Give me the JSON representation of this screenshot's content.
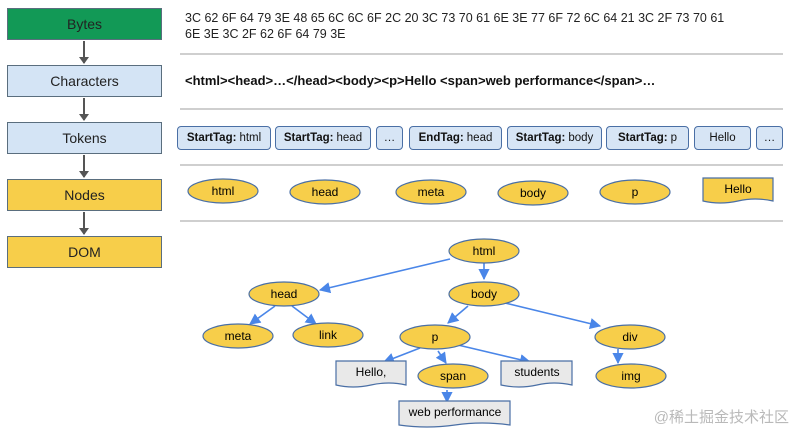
{
  "stages": {
    "bytes": "Bytes",
    "characters": "Characters",
    "tokens": "Tokens",
    "nodes": "Nodes",
    "dom": "DOM"
  },
  "colors": {
    "bytes": "#129956",
    "light_blue": "#d4e4f5",
    "yellow": "#f7ce4a",
    "token_fill": "#d7e5f5",
    "edge": "#4a86e8"
  },
  "bytes_line1": "3C 62 6F 64 79 3E 48 65 6C 6C 6F 2C 20 3C 73 70 61 6E 3E 77 6F 72 6C 64 21 3C 2F 73 70 61",
  "bytes_line2": "6E 3E 3C 2F 62 6F 64 79 3E",
  "characters_text": "<html><head>…</head><body><p>Hello <span>web performance</span>…",
  "tokens": [
    {
      "kind": "StartTag:",
      "name": "html"
    },
    {
      "kind": "StartTag:",
      "name": "head"
    },
    {
      "kind": "",
      "name": "…"
    },
    {
      "kind": "EndTag:",
      "name": "head"
    },
    {
      "kind": "StartTag:",
      "name": "body"
    },
    {
      "kind": "StartTag:",
      "name": "p"
    },
    {
      "kind": "",
      "name": "Hello"
    },
    {
      "kind": "",
      "name": "…"
    }
  ],
  "nodes_row": [
    "html",
    "head",
    "meta",
    "body",
    "p",
    "Hello"
  ],
  "dom_tree": {
    "html": "html",
    "head": "head",
    "body": "body",
    "meta": "meta",
    "link": "link",
    "p": "p",
    "div": "div",
    "hello": "Hello,",
    "span": "span",
    "students": "students",
    "img": "img",
    "web_performance": "web performance"
  },
  "watermark": "@稀土掘金技术社区"
}
